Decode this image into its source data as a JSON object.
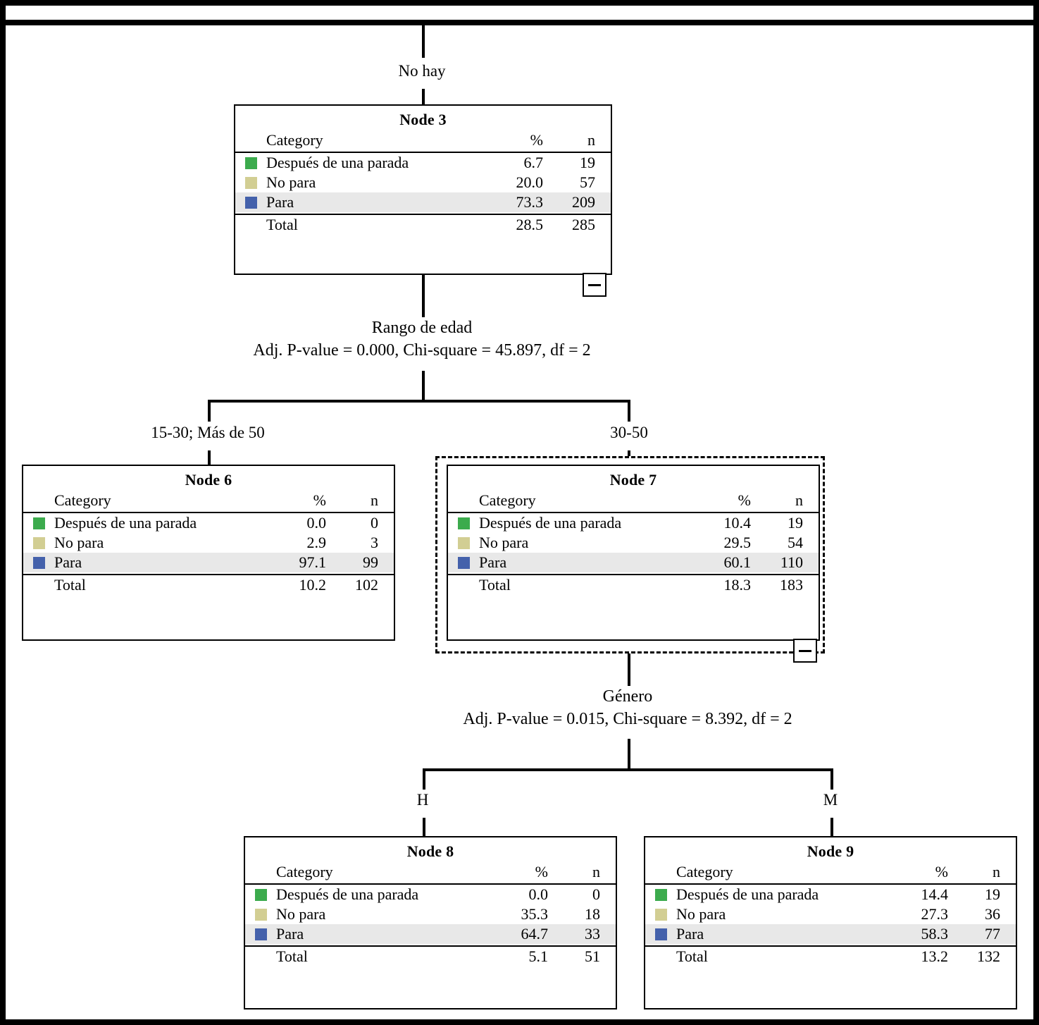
{
  "legend_colors": {
    "despues": "#3cab4d",
    "no_para": "#d2ce93",
    "para": "#4461ab"
  },
  "table_headers": {
    "category": "Category",
    "pct": "%",
    "n": "n",
    "total": "Total"
  },
  "categories": {
    "despues": "Después de una parada",
    "no_para": "No para",
    "para": "Para"
  },
  "edges": {
    "root_to_node3": "No hay",
    "node3_left": "15-30; Más de 50",
    "node3_right": "30-50",
    "node7_left": "H",
    "node7_right": "M"
  },
  "splits": {
    "node3": {
      "variable": "Rango de edad",
      "stats": "Adj. P-value = 0.000, Chi-square = 45.897, df = 2"
    },
    "node7": {
      "variable": "Género",
      "stats": "Adj. P-value = 0.015, Chi-square = 8.392, df = 2"
    }
  },
  "collapse_icon": "minus-icon",
  "nodes": {
    "node3": {
      "title": "Node 3",
      "rows": [
        {
          "label": "Después de una parada",
          "pct": "6.7",
          "n": "19"
        },
        {
          "label": "No para",
          "pct": "20.0",
          "n": "57"
        },
        {
          "label": "Para",
          "pct": "73.3",
          "n": "209"
        }
      ],
      "total": {
        "label": "Total",
        "pct": "28.5",
        "n": "285"
      },
      "selected": false
    },
    "node6": {
      "title": "Node 6",
      "rows": [
        {
          "label": "Después de una parada",
          "pct": "0.0",
          "n": "0"
        },
        {
          "label": "No para",
          "pct": "2.9",
          "n": "3"
        },
        {
          "label": "Para",
          "pct": "97.1",
          "n": "99"
        }
      ],
      "total": {
        "label": "Total",
        "pct": "10.2",
        "n": "102"
      },
      "selected": false
    },
    "node7": {
      "title": "Node 7",
      "rows": [
        {
          "label": "Después de una parada",
          "pct": "10.4",
          "n": "19"
        },
        {
          "label": "No para",
          "pct": "29.5",
          "n": "54"
        },
        {
          "label": "Para",
          "pct": "60.1",
          "n": "110"
        }
      ],
      "total": {
        "label": "Total",
        "pct": "18.3",
        "n": "183"
      },
      "selected": true
    },
    "node8": {
      "title": "Node 8",
      "rows": [
        {
          "label": "Después de una parada",
          "pct": "0.0",
          "n": "0"
        },
        {
          "label": "No para",
          "pct": "35.3",
          "n": "18"
        },
        {
          "label": "Para",
          "pct": "64.7",
          "n": "33"
        }
      ],
      "total": {
        "label": "Total",
        "pct": "5.1",
        "n": "51"
      },
      "selected": false
    },
    "node9": {
      "title": "Node 9",
      "rows": [
        {
          "label": "Después de una parada",
          "pct": "14.4",
          "n": "19"
        },
        {
          "label": "No para",
          "pct": "27.3",
          "n": "36"
        },
        {
          "label": "Para",
          "pct": "58.3",
          "n": "77"
        }
      ],
      "total": {
        "label": "Total",
        "pct": "13.2",
        "n": "132"
      },
      "selected": false
    }
  }
}
